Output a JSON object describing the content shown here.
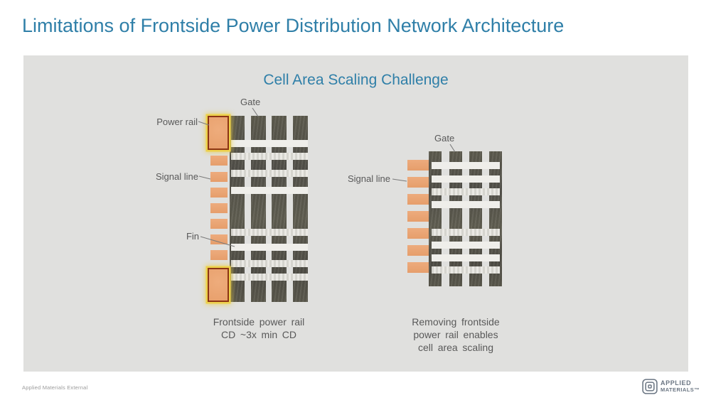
{
  "title": "Limitations of Frontside Power Distribution Network Architecture",
  "subtitle": "Cell Area Scaling Challenge",
  "colors": {
    "title_blue": "#2F7FA8",
    "panel_bg": "#E0E0DE",
    "signal_line_orange": "#EAA372",
    "power_rail_fill": "#EAA476",
    "power_rail_border": "#8C3514",
    "power_rail_glow_yellow": "#EDD14B",
    "gate_gray": "#57554A",
    "fin_light": "#EFEEEA",
    "label_text": "#595959"
  },
  "left_diagram": {
    "labels": {
      "power_rail": "Power rail",
      "signal_line": "Signal line",
      "fin": "Fin",
      "gate": "Gate"
    },
    "caption_lines": [
      "Frontside power rail",
      "CD ~3x min CD"
    ]
  },
  "right_diagram": {
    "labels": {
      "gate": "Gate",
      "signal_line": "Signal line"
    },
    "caption_lines": [
      "Removing frontside",
      "power rail enables",
      "cell area scaling"
    ]
  },
  "footer": {
    "classification": "Applied Materials External",
    "logo_line1": "APPLIED",
    "logo_line2": "MATERIALS™"
  }
}
